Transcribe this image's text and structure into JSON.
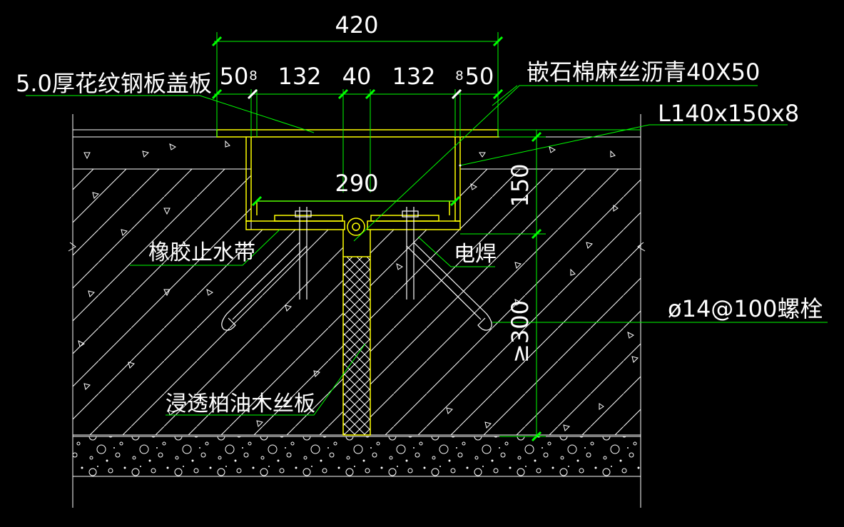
{
  "labels": {
    "cover_plate": "5.0厚花纹钢板盖板",
    "sealant": "嵌石棉麻丝沥青40X50",
    "angle": "L140x150x8",
    "waterstop": "橡胶止水带",
    "weld": "电焊",
    "bolt": "ø14@100螺栓",
    "filler_board": "浸透柏油木丝板"
  },
  "dimensions": {
    "total_width": "420",
    "seg_left_edge": "50",
    "seg_left_gap": "8",
    "seg_left_mid": "132",
    "seg_center": "40",
    "seg_right_mid": "132",
    "seg_right_gap": "8",
    "seg_right_edge": "50",
    "inner_width": "290",
    "depth_upper": "150",
    "depth_lower": "≥300"
  },
  "colors": {
    "background": "#000000",
    "dimension_lines": "#00ff00",
    "structure": "#ffff00",
    "concrete": "#ffffff",
    "leader_lines": "#00ff00"
  }
}
